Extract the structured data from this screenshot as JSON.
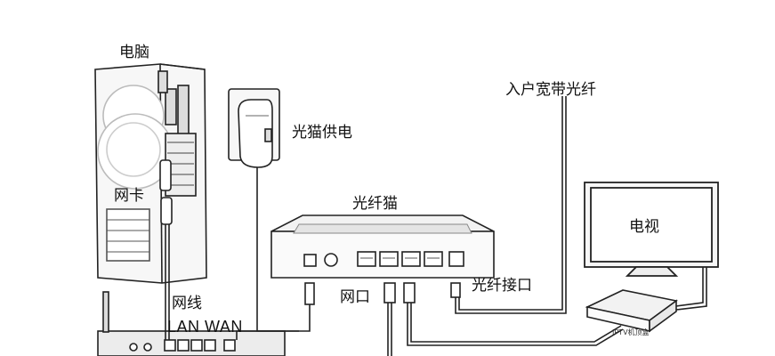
{
  "labels": {
    "computer": "电脑",
    "network_card": "网卡",
    "network_cable": "网线",
    "lan_wan": "LAN WAN",
    "modem_power": "光猫供电",
    "fiber_modem": "光纤猫",
    "network_port": "网口",
    "fiber_port": "光纤接口",
    "home_fiber": "入户宽带光纤",
    "tv": "电视",
    "iptv_box": "IPTV机顶盒"
  },
  "line_color": "#222222",
  "device_fill": "#f4f4f4"
}
